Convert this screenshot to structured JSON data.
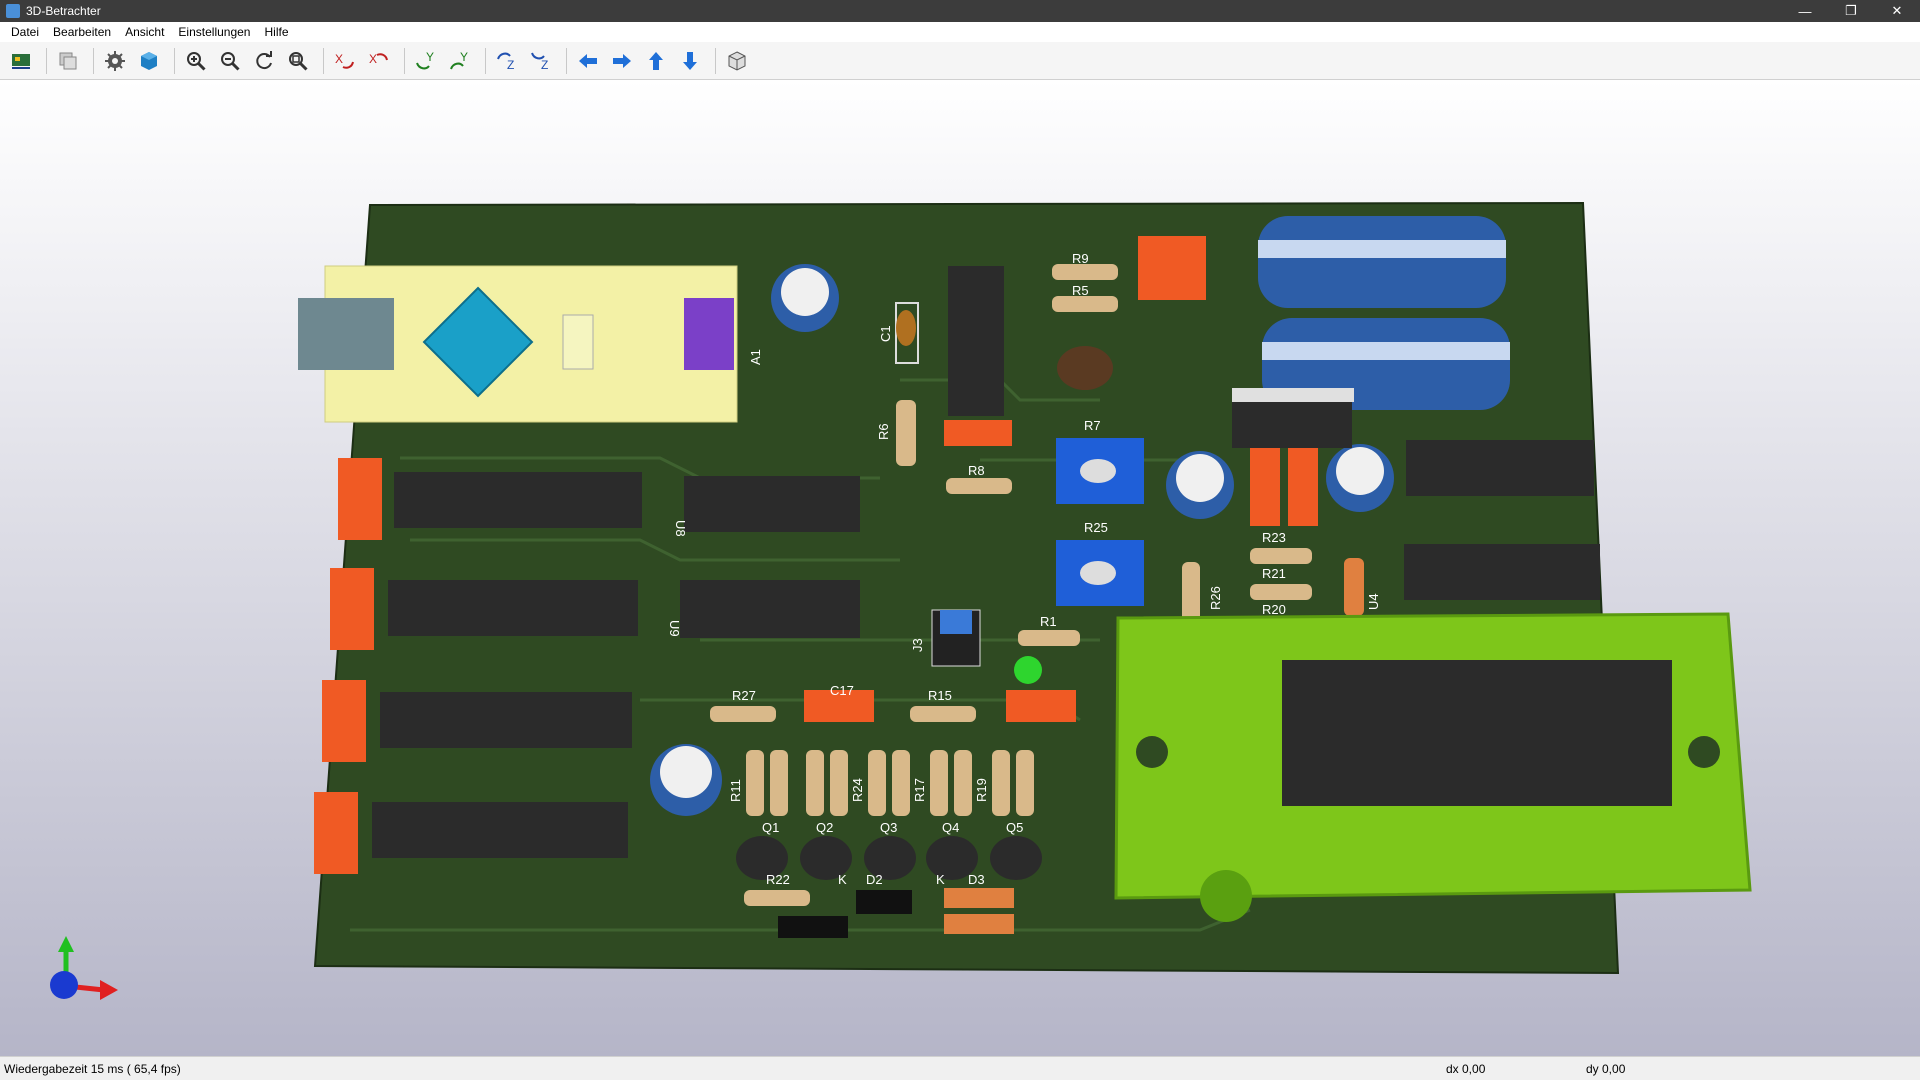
{
  "window": {
    "title": "3D-Betrachter"
  },
  "menu": {
    "file": "Datei",
    "edit": "Bearbeiten",
    "view": "Ansicht",
    "settings": "Einstellungen",
    "help": "Hilfe"
  },
  "status": {
    "render_time": "Wiedergabezeit 15 ms ( 65,4 fps)",
    "dx": "dx 0,00",
    "dy": "dy 0,00"
  },
  "pcb": {
    "labels": {
      "a1": "A1",
      "c1": "C1",
      "r9": "R9",
      "r5": "R5",
      "r6": "R6",
      "r8": "R8",
      "r7": "R7",
      "r25": "R25",
      "r23": "R23",
      "r21": "R21",
      "r20": "R20",
      "r26": "R26",
      "r1": "R1",
      "j3": "J3",
      "r27": "R27",
      "c17": "C17",
      "r15": "R15",
      "r11": "R11",
      "r24": "R24",
      "r17": "R17",
      "r19": "R19",
      "q1": "Q1",
      "q2": "Q2",
      "q3": "Q3",
      "q4": "Q4",
      "q5": "Q5",
      "r22": "R22",
      "d2": "D2",
      "d3": "D3",
      "k1": "K",
      "k2": "K",
      "u8": "U8",
      "u9": "U9",
      "u4": "U4"
    },
    "colors": {
      "board": "#2f4a22",
      "chip": "#2b2b2b",
      "socket": "#7ec61a",
      "capacitor": "#2d5ea8",
      "trimmer": "#1f5fd8",
      "arduino": "#f3f1a6"
    }
  }
}
